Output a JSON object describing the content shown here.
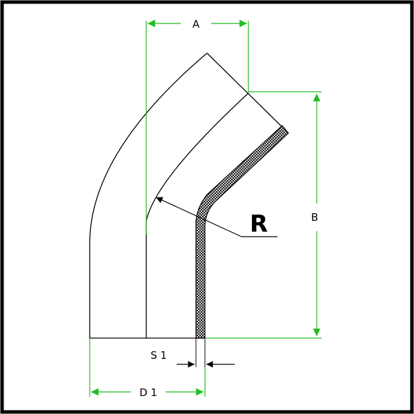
{
  "diagram": {
    "labels": {
      "a": "A",
      "b": "B",
      "r": "R",
      "s1": "S 1",
      "d1": "D 1"
    },
    "colors": {
      "frame": "#000000",
      "outline": "#000000",
      "dimension": "#22bb22",
      "hatch": "#000000",
      "background": "#ffffff"
    }
  }
}
